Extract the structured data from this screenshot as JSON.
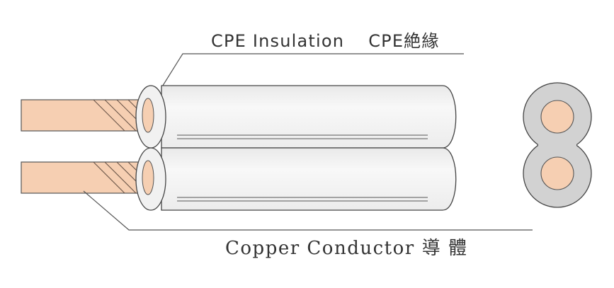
{
  "labels": {
    "insulation_en": "CPE Insulation",
    "insulation_zh": "CPE絶緣",
    "conductor_en": "Copper Conductor",
    "conductor_zh": "導 體"
  },
  "colors": {
    "copper": "#f6cfb2",
    "insulation_fill": "#f4f4f4",
    "insulation_stroke": "#444444",
    "cross_section_jacket": "#d2d2d2",
    "leader_line": "#444444"
  }
}
